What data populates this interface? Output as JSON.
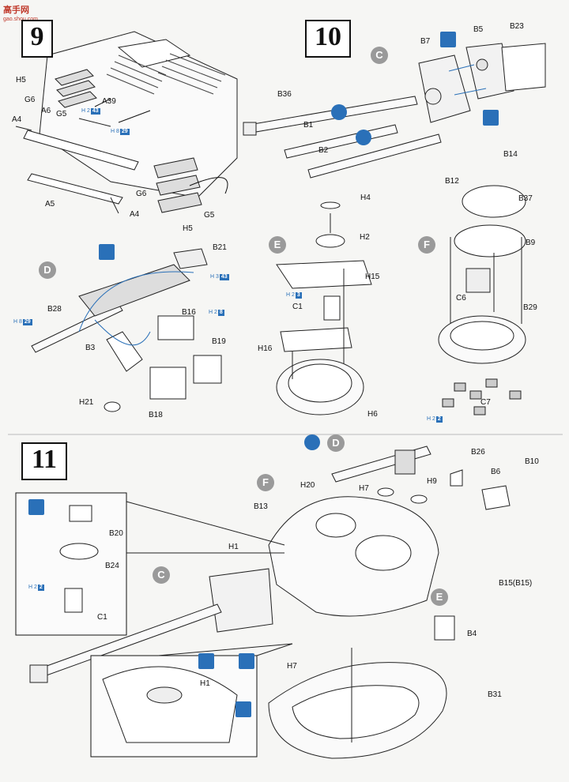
{
  "watermark": {
    "brand": "高手网",
    "url": "gao.shou.com"
  },
  "steps": {
    "s9": "9",
    "s10": "10",
    "s11": "11"
  },
  "sub": {
    "C": "C",
    "D": "D",
    "E": "E",
    "F": "F"
  },
  "parts": {
    "H5a": "H5",
    "G6a": "G6",
    "G5a": "G5",
    "A6": "A6",
    "A4a": "A4",
    "A39": "A39",
    "A5": "A5",
    "G6b": "G6",
    "A4b": "A4",
    "G5b": "G5",
    "H5b": "H5",
    "B36": "B36",
    "B1": "B1",
    "B2": "B2",
    "B7": "B7",
    "B5": "B5",
    "B23": "B23",
    "B21": "B21",
    "B28": "B28",
    "B16": "B16",
    "B3": "B3",
    "B19": "B19",
    "B18": "B18",
    "H21": "H21",
    "H4": "H4",
    "H2": "H2",
    "H15": "H15",
    "C1a": "C1",
    "H16": "H16",
    "H6": "H6",
    "B14": "B14",
    "B12": "B12",
    "B37": "B37",
    "B9": "B9",
    "C6": "C6",
    "B29": "B29",
    "C7": "C7",
    "B20": "B20",
    "B24": "B24",
    "C1b": "C1",
    "H20": "H20",
    "H7a": "H7",
    "H9": "H9",
    "B26": "B26",
    "B10": "B10",
    "B6": "B6",
    "B13": "B13",
    "H1a": "H1",
    "B15": "B15(B15)",
    "B4": "B4",
    "H7b": "H7",
    "B31": "B31",
    "H1b": "H1"
  },
  "badges": {
    "b1": {
      "pre": "H 2",
      "num": "43"
    },
    "b2": {
      "pre": "H 8",
      "num": "29"
    },
    "b3": {
      "pre": "H 3",
      "num": "43"
    },
    "b4": {
      "pre": "H 8",
      "num": "29"
    },
    "b5": {
      "pre": "H 2",
      "num": "8"
    },
    "b6": {
      "pre": "H 2",
      "num": "3"
    },
    "b7": {
      "pre": "H 2",
      "num": "2"
    },
    "b8": {
      "pre": "H 2",
      "num": "2"
    }
  },
  "icons": [
    "remove-icon",
    "glue-icon",
    "rotate-icon",
    "apply-icon"
  ],
  "colors": {
    "line": "#222222",
    "accent": "#2a70b8",
    "circle": "#9a9a9a"
  }
}
